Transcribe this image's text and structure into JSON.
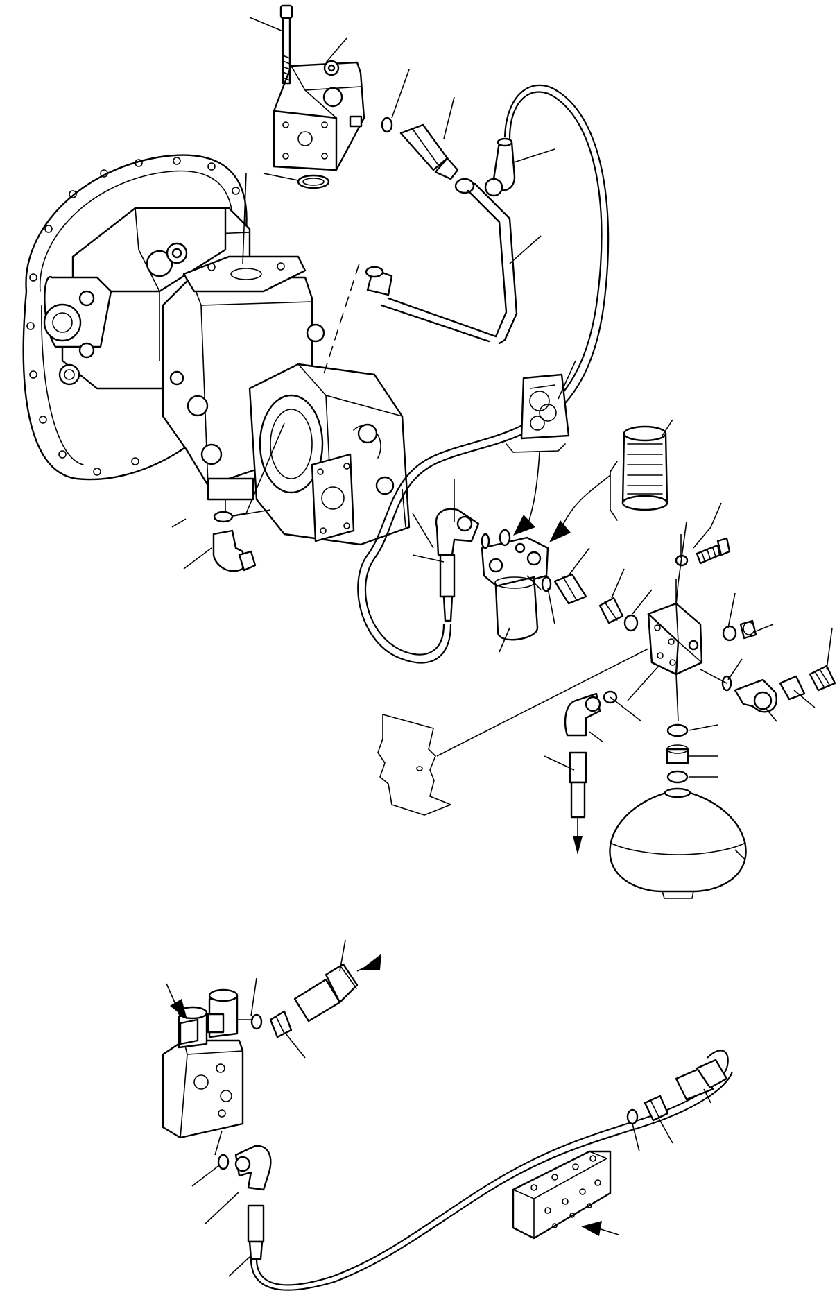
{
  "diagram": {
    "type": "exploded parts diagram",
    "components": [
      {
        "id": "hydraulic-pump",
        "icon": "pump-icon"
      },
      {
        "id": "control-valve-block",
        "icon": "valve-block-icon"
      },
      {
        "id": "pressure-filter",
        "icon": "filter-icon"
      },
      {
        "id": "filter-element",
        "icon": "filter-element-icon"
      },
      {
        "id": "seal-kit",
        "icon": "seal-kit-icon"
      },
      {
        "id": "mounting-bracket",
        "icon": "bracket-icon"
      },
      {
        "id": "accumulator",
        "icon": "accumulator-icon"
      },
      {
        "id": "solenoid-valve",
        "icon": "solenoid-valve-icon"
      },
      {
        "id": "manifold-block",
        "icon": "manifold-icon"
      },
      {
        "id": "hoses",
        "icon": "hose-icon"
      }
    ]
  }
}
